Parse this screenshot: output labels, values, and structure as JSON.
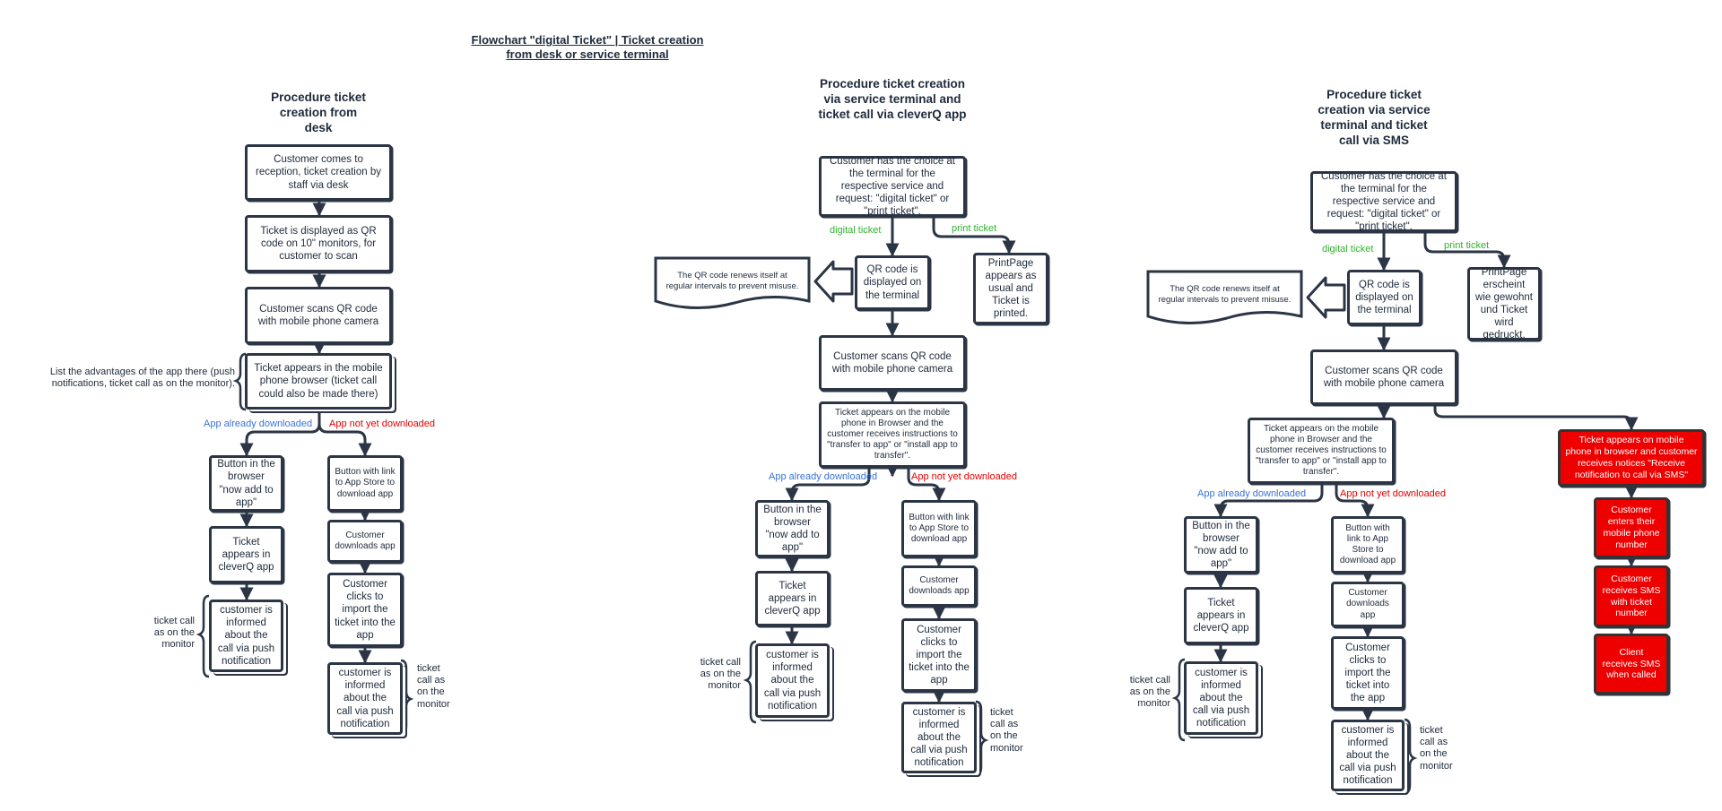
{
  "doc_title": "Flowchart \"digital Ticket\" | Ticket creation from desk or service terminal",
  "columns": [
    {
      "title": "Procedure ticket creation from desk",
      "nodes": [
        "Customer comes to reception, ticket creation by staff via desk",
        "Ticket is displayed as QR code on 10\" monitors, for customer to scan",
        "Customer scans QR code with mobile phone camera",
        "Ticket appears in the mobile phone browser (ticket call could also be made there)",
        "Button in the browser \"now add to app\"",
        "Ticket appears in cleverQ app",
        "customer is informed about the call via push notification",
        "Button with link to App Store to download app",
        "Customer downloads app",
        "Customer clicks to import the ticket into the app",
        "customer is informed about the call via push notification"
      ],
      "side_note": "List the advantages of the app there (push notifications, ticket call as on the monitor).",
      "branch_left": "App already downloaded",
      "branch_right": "App not yet downloaded",
      "call_note_left": "ticket call as on the monitor",
      "call_note_right": "ticket call as on the monitor"
    },
    {
      "title": "Procedure ticket creation via service terminal and ticket call via cleverQ app",
      "nodes": [
        "Customer has the choice at the terminal for the respective service and request: \"digital ticket\" or \"print ticket\".",
        "QR code is displayed on the terminal",
        "PrintPage appears as usual and Ticket is printed.",
        "Customer scans QR code with mobile phone camera",
        "Ticket appears on the mobile phone in Browser and the customer receives instructions to \"transfer to app\" or \"install app to transfer\".",
        "Button in the browser \"now add to app\"",
        "Ticket appears in cleverQ app",
        "customer is informed about the call via push notification",
        "Button with link to App Store to download app",
        "Customer downloads app",
        "Customer clicks to import the ticket into the app",
        "customer is informed about the call via push notification"
      ],
      "doc_note": "The QR code renews itself at regular intervals to prevent misuse.",
      "branch_digital": "digital ticket",
      "branch_print": "print ticket",
      "branch_left": "App already downloaded",
      "branch_right": "App not yet downloaded",
      "call_note_left": "ticket call as on the monitor",
      "call_note_right": "ticket call as on the monitor"
    },
    {
      "title": "Procedure ticket creation via service terminal and ticket call via SMS",
      "nodes": [
        "Customer has the choice at the terminal for the respective service and request: \"digital ticket\" or \"print ticket\".",
        "QR code is displayed on the terminal",
        "PrintPage erscheint wie gewohnt und Ticket wird gedruckt.",
        "Customer scans QR code with mobile phone camera",
        "Ticket appears on the mobile phone in Browser and the customer receives instructions to \"transfer to app\" or \"install app to transfer\".",
        "Button in the browser \"now add to app\"",
        "Ticket appears in cleverQ app",
        "customer is informed about the call via push notification",
        "Button with link to App Store to download app",
        "Customer downloads app",
        "Customer clicks to import the ticket into the app",
        "customer is informed about the call via push notification",
        "Ticket appears on mobile phone in browser and customer receives notices \"Receive notification to call via SMS\"",
        "Customer enters their mobile phone number",
        "Customer receives SMS with ticket number",
        "Client receives SMS when called"
      ],
      "doc_note": "The QR code renews itself at regular intervals to prevent misuse.",
      "branch_digital": "digital ticket",
      "branch_print": "print ticket",
      "branch_left": "App already downloaded",
      "branch_right": "App not yet downloaded",
      "call_note_left": "ticket call as on the monitor",
      "call_note_right": "ticket call as on the monitor"
    }
  ],
  "colors": {
    "line": "#2b3545",
    "blue": "#3a72d8",
    "red": "#e60000",
    "green": "#2fb12f",
    "sms_fill": "#ee0000"
  }
}
